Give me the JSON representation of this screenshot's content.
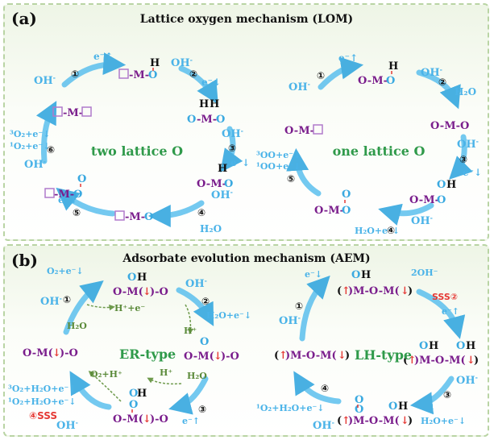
{
  "panel_a": {
    "letter": "(a)",
    "title": "Lattice oxygen mechanism (LOM)",
    "left_cycle_label": "two lattice O",
    "right_cycle_label": "one lattice O"
  },
  "panel_b": {
    "letter": "(b)",
    "title": "Adsorbate evolution mechanism (AEM)",
    "er_label": "ER-type",
    "lh_label": "LH-type",
    "sss_step2": "SSS②",
    "sss_step4": "④SSS"
  },
  "species": {
    "oh": "OH",
    "e_up": "e⁻↑",
    "e_down": "e⁻↓",
    "h2o": "H₂O",
    "two_oh": "2OH⁻",
    "hplus_e": "H⁺+e⁻",
    "hplus": "H⁺",
    "o2_hplus": "O₂+H⁺",
    "o2_e": "O₂+e⁻↓",
    "h2o_e": "H₂O+e⁻↓",
    "o2_h2o_e": "O₂+H₂O+e⁻↓",
    "o3_e": "³O₂+e⁻↓",
    "o1_e": "¹O₂+e⁻↓",
    "o3o_e": "³OO+e⁻↓",
    "o1o_e": "¹OO+e⁻↓",
    "steps": [
      "①",
      "②",
      "③",
      "④",
      "⑤",
      "⑥"
    ]
  },
  "colors": {
    "metal": "#7a1d8c",
    "oxygen": "#3aa9e0",
    "arrow": "#3fb1e6",
    "label_green": "#2f9a4a",
    "spin_red": "#e53935",
    "panel_border": "#b9d4a4"
  }
}
